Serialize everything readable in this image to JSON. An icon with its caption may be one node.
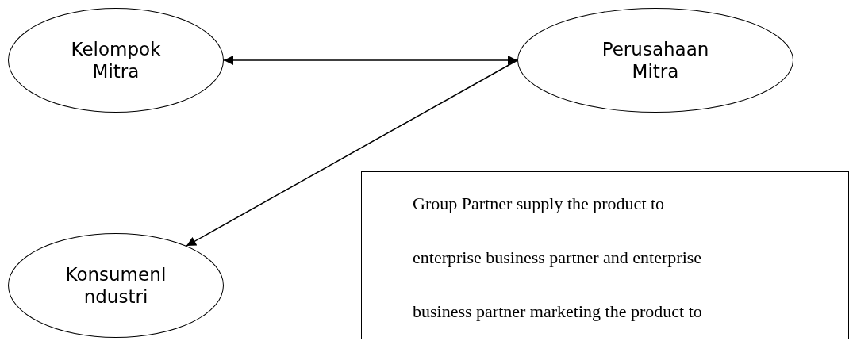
{
  "diagram": {
    "nodes": [
      {
        "text": [
          "Kelompok Mitra"
        ]
      },
      {
        "text": [
          "Perusahaan Mitra"
        ]
      },
      {
        "text": [
          "KonsumenI ndustri"
        ]
      },
      {
        "text": [
          "Group Partner supply the product to enterprise business partner and enterprise business partner marketing the product to"
        ]
      }
    ],
    "edges": [
      {
        "from": 0,
        "to": 1,
        "arrow": "both"
      },
      {
        "from": 1,
        "to": 2,
        "arrow": "to"
      }
    ]
  }
}
